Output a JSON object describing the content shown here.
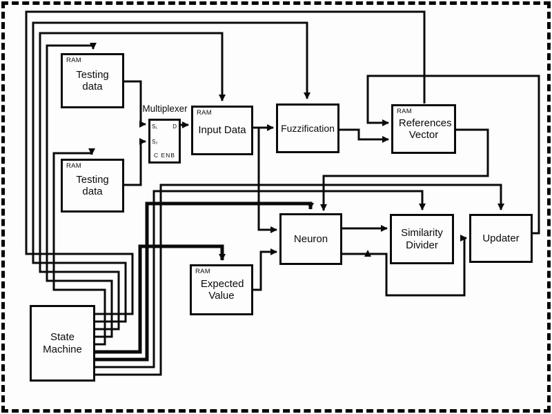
{
  "figure": {
    "type": "block-diagram",
    "description": "Hardware architecture diagram of a fuzzy neural processing system with a state machine controller",
    "colors": {
      "ink": "#0a0a0a",
      "background": "#fdfdfd",
      "border_style": "dashed"
    },
    "blocks": {
      "testing_data_1": {
        "tag": "RAM",
        "label": "Testing data"
      },
      "testing_data_2": {
        "tag": "RAM",
        "label": "Testing data"
      },
      "multiplexer": {
        "label": "Multiplexer",
        "pin_s1": "S₁",
        "pin_s2": "S₂",
        "pin_d": "D",
        "pin_cenb": "C ENB"
      },
      "input_data": {
        "tag": "RAM",
        "label": "Input Data"
      },
      "fuzzification": {
        "label": "Fuzzification"
      },
      "references_vector": {
        "tag": "RAM",
        "label": "References Vector"
      },
      "neuron": {
        "label": "Neuron"
      },
      "similarity_divider": {
        "label": "Similarity Divider"
      },
      "updater": {
        "label": "Updater"
      },
      "expected_value": {
        "tag": "RAM",
        "label": "Expected Value"
      },
      "state_machine": {
        "label": "State Machine"
      }
    },
    "edges": [
      {
        "from": "testing_data_1",
        "to": "multiplexer",
        "via_pin": "S₁"
      },
      {
        "from": "testing_data_2",
        "to": "multiplexer",
        "via_pin": "S₂"
      },
      {
        "from": "multiplexer",
        "to": "input_data",
        "via_pin": "D"
      },
      {
        "from": "input_data",
        "to": "fuzzification"
      },
      {
        "from": "input_data",
        "to": "neuron"
      },
      {
        "from": "fuzzification",
        "to": "references_vector"
      },
      {
        "from": "references_vector",
        "to": "neuron"
      },
      {
        "from": "updater",
        "to": "references_vector"
      },
      {
        "from": "expected_value",
        "to": "neuron"
      },
      {
        "from": "neuron",
        "to": "similarity_divider"
      },
      {
        "from": "neuron",
        "to": "updater"
      },
      {
        "from": "state_machine",
        "to": "references_vector",
        "kind": "control"
      },
      {
        "from": "state_machine",
        "to": "fuzzification",
        "kind": "control"
      },
      {
        "from": "state_machine",
        "to": "input_data",
        "kind": "control"
      },
      {
        "from": "state_machine",
        "to": "testing_data_1",
        "kind": "control"
      },
      {
        "from": "state_machine",
        "to": "testing_data_2",
        "kind": "control"
      },
      {
        "from": "state_machine",
        "to": "expected_value",
        "kind": "control"
      },
      {
        "from": "state_machine",
        "to": "neuron",
        "kind": "control"
      },
      {
        "from": "state_machine",
        "to": "similarity_divider",
        "kind": "control"
      },
      {
        "from": "state_machine",
        "to": "updater",
        "kind": "control"
      }
    ]
  }
}
